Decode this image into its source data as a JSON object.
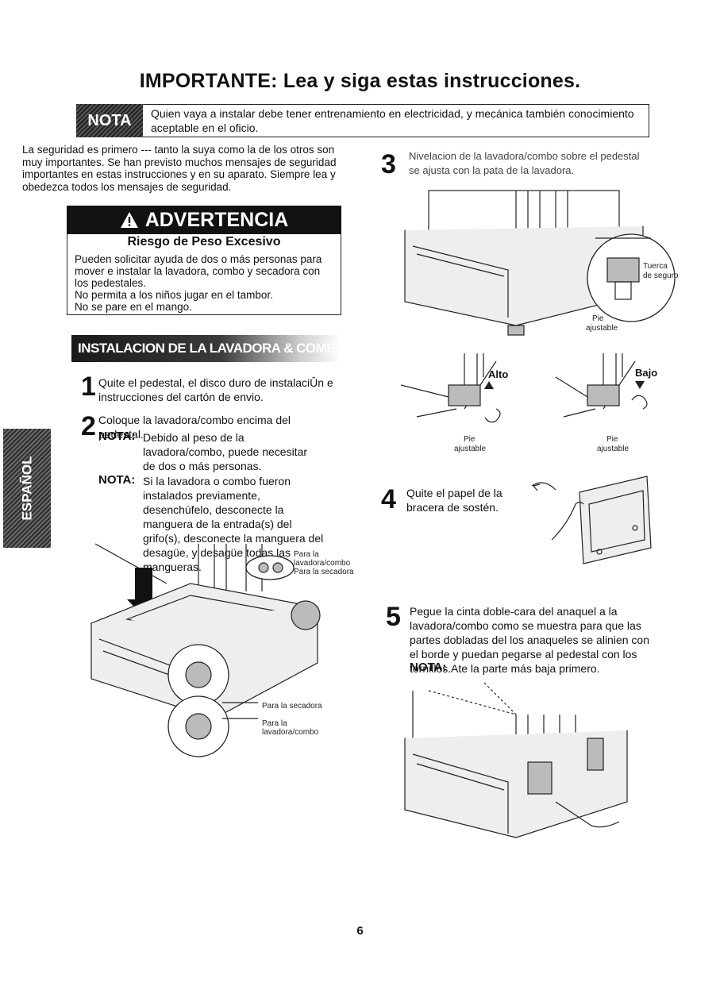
{
  "title": "IMPORTANTE: Lea y siga estas instrucciones.",
  "nota_banner": {
    "label": "NOTA",
    "text": "Quien vaya a instalar debe tener entrenamiento en electricidad, y mecánica también conocimiento aceptable en el oficio."
  },
  "intro": "La seguridad es primero --- tanto la suya como la de los otros son muy importantes. Se han previsto muchos mensajes de seguridad importantes en estas instrucciones y en su aparato. Siempre lea y obedezca todos los mensajes de seguridad.",
  "warning": {
    "heading": "ADVERTENCIA",
    "subheading": "Riesgo de Peso Excesivo",
    "lines": [
      "Pueden solicitar ayuda de dos o más personas para",
      "mover e instalar la lavadora, combo y secadora con",
      "los pedestales.",
      "No permita a los niños jugar en el tambor.",
      "No se pare en el mango."
    ]
  },
  "section_title": "INSTALACION DE LA LAVADORA & COMBO",
  "side_tab": "ESPAÑOL",
  "steps": {
    "s1": {
      "num": "1",
      "text": "Quite el pedestal, el disco duro de instalaciÛn e instrucciones del cartón de envio."
    },
    "s2": {
      "num": "2",
      "text": "Coloque la lavadora/combo encima del pedestal.",
      "nota_label": "NOTA:",
      "nota": "Debido al peso de la lavadora/combo, puede necesitar de dos o más personas."
    },
    "s2b": {
      "nota_label": "NOTA:",
      "nota": "Si la lavadora o combo fueron instalados previamente, desenchúfelo, desconecte la manguera de la entrada(s) del grifo(s), desconecte la manguera del desagüe, y desagüe todas las mangueras."
    },
    "s3": {
      "num": "3",
      "text": "Nivelacion de la lavadora/combo sobre el pedestal se ajusta con la pata de la lavadora."
    },
    "s4": {
      "num": "4",
      "text": "Quite el papel de la bracera de sostén."
    },
    "s5": {
      "num": "5",
      "text": "Pegue la cinta doble-cara del anaquel a la lavadora/combo como se muestra para que las partes dobladas del los anaqueles se alinien con el borde y puedan pegarse al pedestal con los tornillos.",
      "nota_label": "NOTA:",
      "nota": "Ate la parte más baja primero."
    }
  },
  "illustration_labels": {
    "tuerca": "Tuerca",
    "de_seguro": "de seguro",
    "pie": "Pie",
    "ajustable": "ajustable",
    "alto": "Alto",
    "bajo": "Bajo",
    "para_la": "Para la",
    "lavadora_combo": "lavadora/combo",
    "para_la_secadora": "Para la secadora"
  },
  "page_number": "6"
}
